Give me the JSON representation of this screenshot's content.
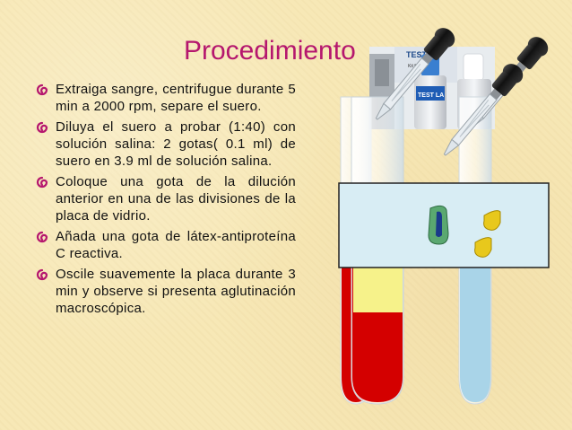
{
  "slide": {
    "title": "Procedimiento",
    "bullets": [
      {
        "text": "Extraiga sangre, centrifugue durante 5 min a 2000 rpm, separe el suero."
      },
      {
        "text": "Diluya el suero a probar (1:40) con solución salina: 2 gotas( 0.1 ml) de suero en 3.9 ml de solución salina."
      },
      {
        "text": "Coloque una gota de la dilución anterior en una de las divisiones de la placa de vidrio."
      },
      {
        "text": "Añada una gota de látex-antiproteína C reactiva."
      },
      {
        "text": "Oscile suavemente la placa durante 3 min y observe si presenta aglutinación macroscópica."
      }
    ]
  },
  "illustration": {
    "kit_label": "TEST - L",
    "kit_label_sub": "Kit for the...",
    "bottle_label": "TEST LA",
    "icons": [
      "dropper-icon",
      "test-tube-icon",
      "glass-slide-icon",
      "drop-icon"
    ]
  },
  "colors": {
    "title": "#b5176e",
    "bullet": "#b5176e",
    "blood_red": "#d40000",
    "serum_yellow": "#f6f28a",
    "saline_blue": "#a9d4e8",
    "slide_panel": "#d8edf4",
    "drop_green": "#5aa870",
    "drop_blue": "#1a3a8a",
    "drop_yellow": "#e8c81c"
  }
}
